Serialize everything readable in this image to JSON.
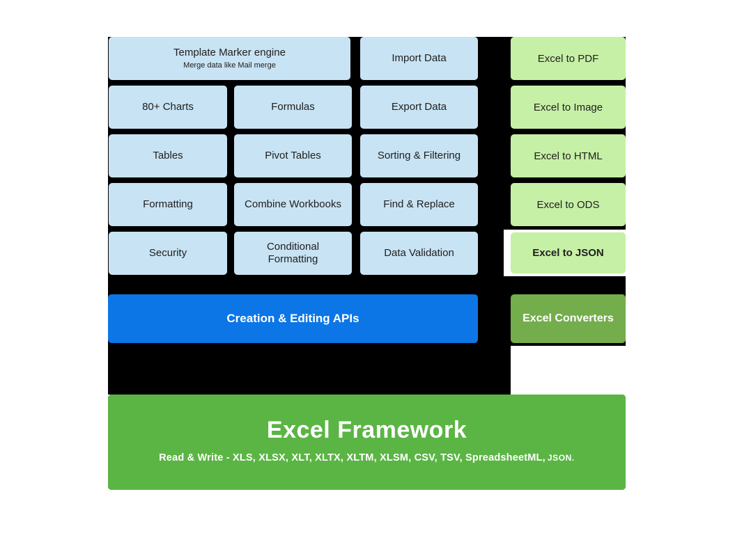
{
  "colors": {
    "canvas_bg": "#000000",
    "feature_box_bg": "#c8e3f3",
    "converter_box_bg": "#c6f0a6",
    "converters_footer_bg": "#74ad4c",
    "apis_bar_bg": "#0c76e6",
    "framework_bg": "#5bb544",
    "box_text": "#202020",
    "light_text": "#ffffff",
    "json_highlight": "#ffffff"
  },
  "feature_grid": {
    "template_box": {
      "title": "Template Marker engine",
      "subtitle": "Merge data like Mail merge"
    },
    "cells": [
      {
        "label": "Import Data"
      },
      {
        "label": "80+ Charts"
      },
      {
        "label": "Formulas"
      },
      {
        "label": "Export Data"
      },
      {
        "label": "Tables"
      },
      {
        "label": "Pivot Tables"
      },
      {
        "label": "Sorting & Filtering"
      },
      {
        "label": "Formatting"
      },
      {
        "label": "Combine Workbooks"
      },
      {
        "label": "Find & Replace"
      },
      {
        "label": "Security"
      },
      {
        "label": "Conditional Formatting"
      },
      {
        "label": "Data Validation"
      }
    ]
  },
  "apis_bar": {
    "label": "Creation & Editing APIs"
  },
  "converters": {
    "items": [
      {
        "label": "Excel to PDF"
      },
      {
        "label": "Excel to Image"
      },
      {
        "label": "Excel to HTML"
      },
      {
        "label": "Excel to ODS"
      },
      {
        "label": "Excel to JSON",
        "highlighted": true
      }
    ],
    "footer_label": "Excel Converters"
  },
  "framework": {
    "title": "Excel Framework",
    "subtitle_main": "Read & Write - XLS, XLSX, XLT, XLTX, XLTM, XLSM, CSV, TSV, SpreadsheetML,",
    "subtitle_suffix": "JSON."
  }
}
